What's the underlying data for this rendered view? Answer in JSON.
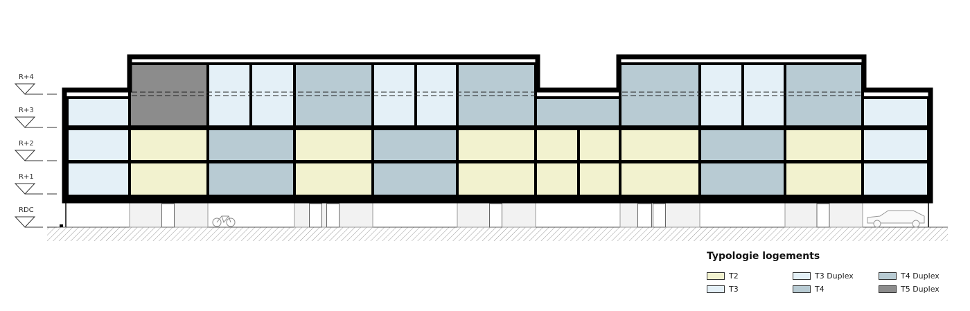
{
  "levels": [
    "R+4",
    "R+3",
    "R+2",
    "R+1",
    "RDC"
  ],
  "legend": {
    "title": "Typologie logements",
    "items": [
      {
        "label": "T2",
        "color": "#f2f2cf"
      },
      {
        "label": "T3 Duplex",
        "color": "#e4f0f7"
      },
      {
        "label": "T4 Duplex",
        "color": "#b8cbd3"
      },
      {
        "label": "T3",
        "color": "#e4f0f7"
      },
      {
        "label": "T4",
        "color": "#b8cbd3"
      },
      {
        "label": "T5 Duplex",
        "color": "#8c8c8c"
      }
    ]
  }
}
